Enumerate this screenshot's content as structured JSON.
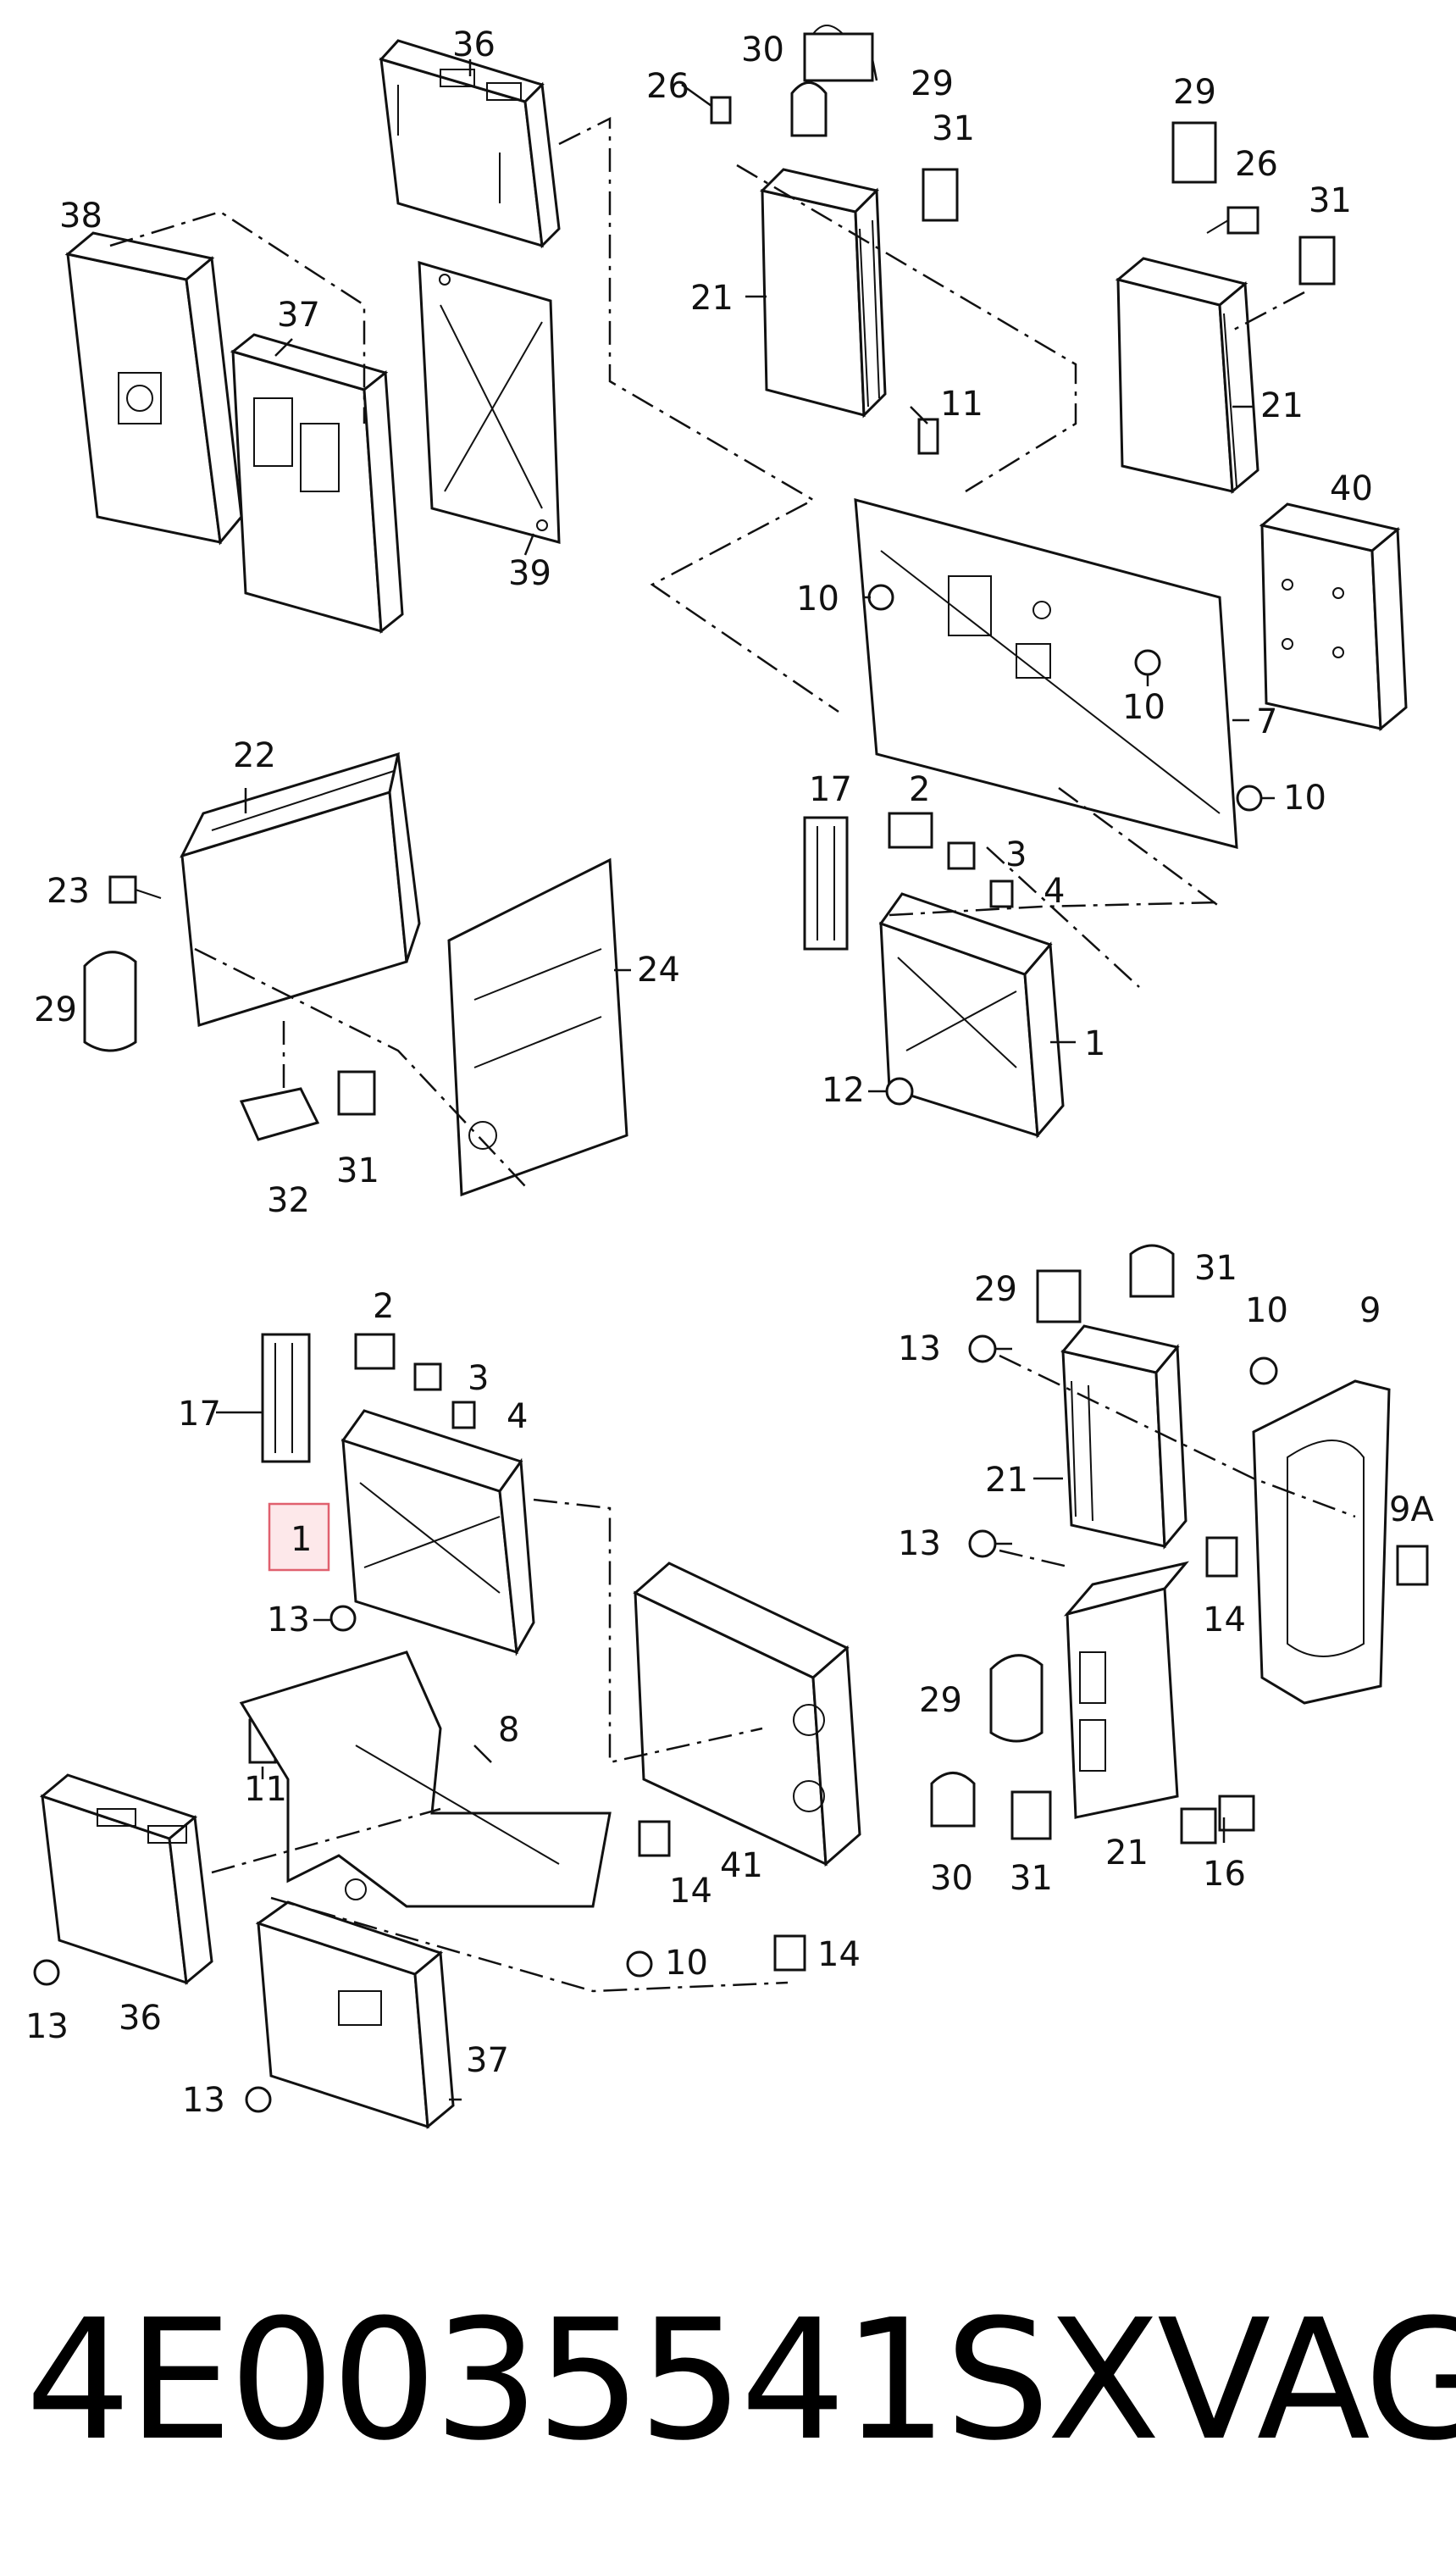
{
  "highlight_color": "#e0606e",
  "footer": {
    "part_number": "4E0035541SX",
    "brand": "VAG"
  },
  "callouts": {
    "c36a": "36",
    "c38": "38",
    "c37a": "37",
    "c39": "39",
    "c26a": "26",
    "c30a": "30",
    "c29a": "29",
    "c31a": "31",
    "c21a": "21",
    "c29b": "29",
    "c26b": "26",
    "c31b": "31",
    "c21b": "21",
    "c11a": "11",
    "c40": "40",
    "c10a": "10",
    "c10b": "10",
    "c7": "7",
    "c10c": "10",
    "c22": "22",
    "c23": "23",
    "c29c": "29",
    "c24": "24",
    "c31c": "31",
    "c32": "32",
    "c17a": "17",
    "c2a": "2",
    "c3a": "3",
    "c4a": "4",
    "c1a": "1",
    "c12": "12",
    "c2b": "2",
    "c3b": "3",
    "c4b": "4",
    "c17b": "17",
    "c1b": "1",
    "c13a": "13",
    "c11b": "11",
    "c8": "8",
    "c41": "41",
    "c14a": "14",
    "c14b": "14",
    "c10d": "10",
    "c36b": "36",
    "c13b": "13",
    "c37b": "37",
    "c13c": "13",
    "c29d": "29",
    "c31d": "31",
    "c10e": "10",
    "c9": "9",
    "c13d": "13",
    "c21c": "21",
    "c9a": "9A",
    "c13e": "13",
    "c14c": "14",
    "c29e": "29",
    "c30b": "30",
    "c31e": "31",
    "c21d": "21",
    "c16": "16"
  }
}
